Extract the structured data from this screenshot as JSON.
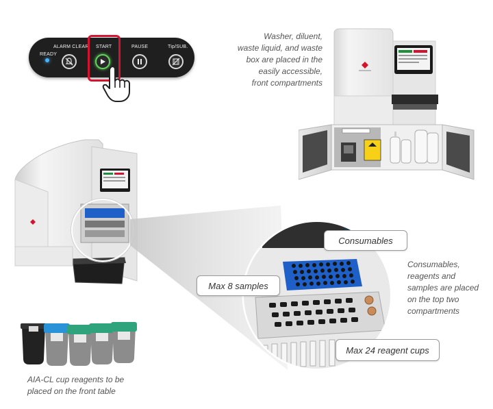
{
  "control_panel": {
    "ready_label": "READY",
    "alarm_clear_label": "ALARM CLEAR",
    "start_label": "START",
    "pause_label": "PAUSE",
    "tip_sub_label": "Tip/SUB."
  },
  "captions": {
    "washer": [
      "Washer, diluent,",
      "waste liquid, and waste",
      "box are placed in the",
      "easily accessible,",
      "front compartments"
    ],
    "consumables_note": [
      "Consumables,",
      "reagents and",
      "samples are placed",
      "on the top two",
      "compartments"
    ],
    "cups": [
      "AIA-CL cup reagents to be",
      "placed on the front table"
    ]
  },
  "callouts": {
    "consumables": "Consumables",
    "max_samples": "Max 8 samples",
    "max_reagent_cups": "Max 24 reagent cups"
  },
  "colors": {
    "alert_red": "#d3132f",
    "start_green": "#5fd35a",
    "cup_teal": "#2fa37c",
    "cup_blue": "#2a92d6",
    "tray_blue": "#1f5fc8"
  }
}
